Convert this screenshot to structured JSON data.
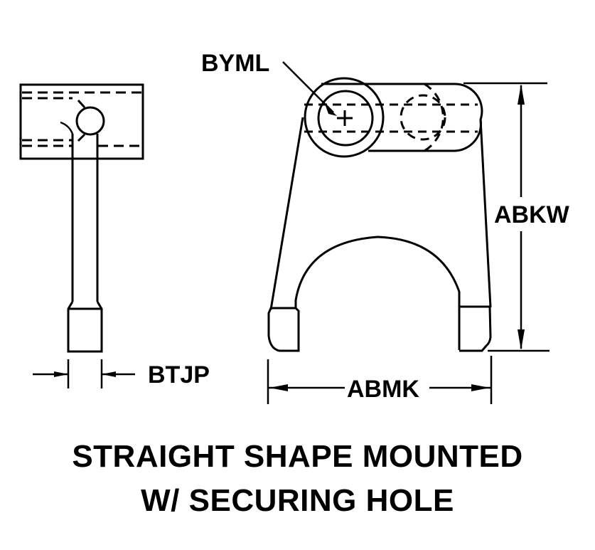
{
  "diagram": {
    "labels": {
      "hole_diameter": "BYML",
      "overall_height": "ABKW",
      "overall_width": "ABMK",
      "tip_thickness": "BTJP"
    },
    "caption": {
      "line1": "STRAIGHT SHAPE MOUNTED",
      "line2": "W/ SECURING HOLE"
    },
    "colors": {
      "line": "#000000",
      "background": "#ffffff"
    }
  }
}
